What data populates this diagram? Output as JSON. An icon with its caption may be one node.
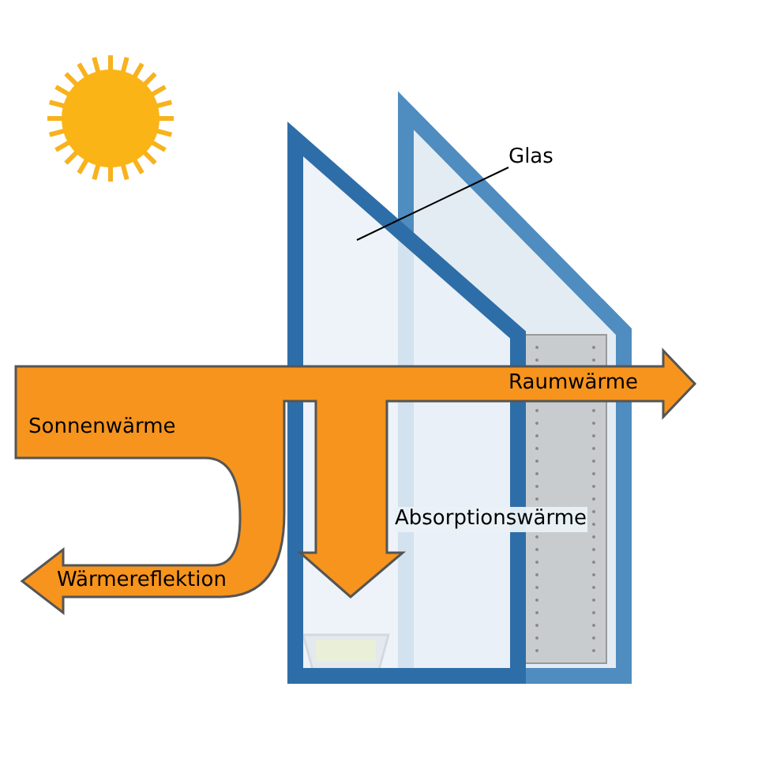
{
  "diagram": {
    "nodes": [
      {
        "text": [
          "Glas"
        ]
      },
      {
        "text": [],
        "shape": "box"
      }
    ],
    "edges": [
      {
        "from": 0,
        "to": 1,
        "arrow": "none"
      }
    ],
    "labels": [
      "Raumwärme",
      "Sonnenwärme",
      "Absorptionswärme",
      "Wärmereflektion"
    ]
  }
}
